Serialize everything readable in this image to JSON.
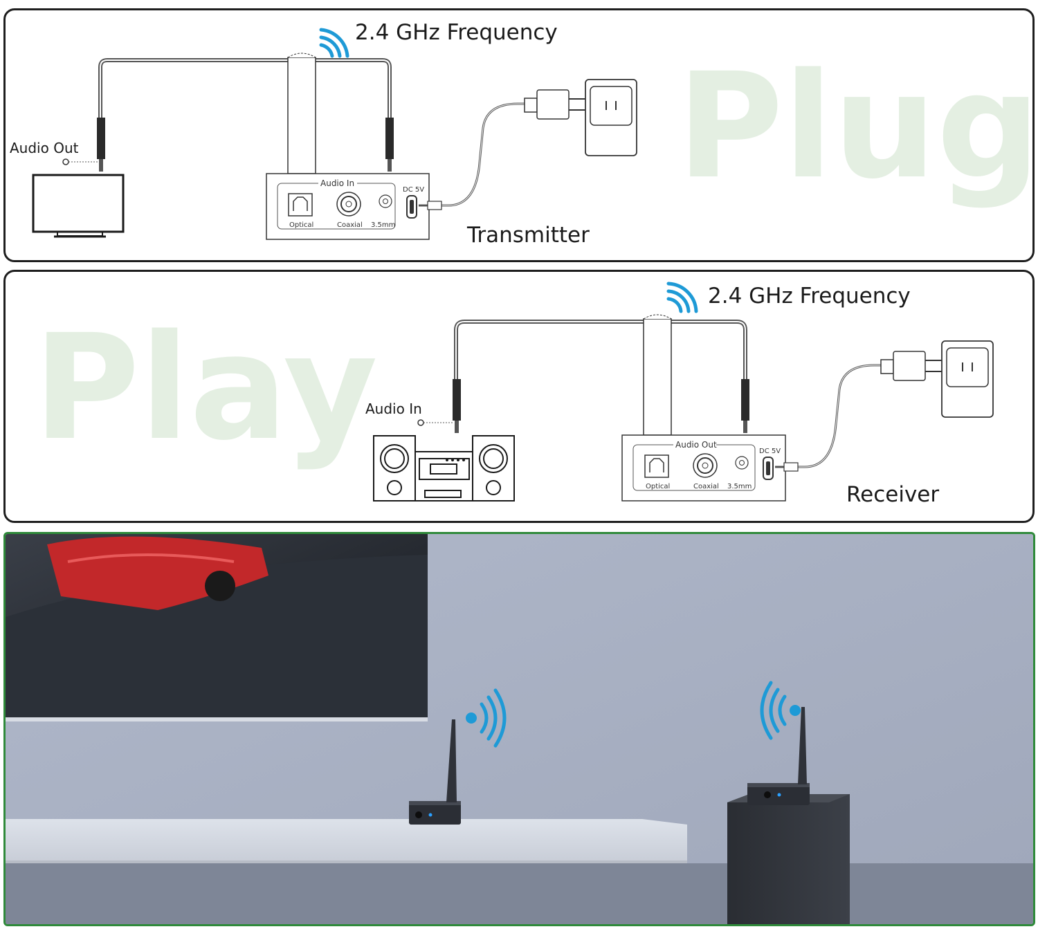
{
  "transmitter_panel": {
    "frequency_label": "2.4 GHz Frequency",
    "background_word": "Plug",
    "device_name": "Transmitter",
    "source_port_label": "Audio Out",
    "audio_group_label": "Audio In",
    "optical_label": "Optical",
    "coaxial_label": "Coaxial",
    "aux_label": "3.5mm",
    "power_label": "DC 5V"
  },
  "receiver_panel": {
    "frequency_label": "2.4 GHz Frequency",
    "background_word": "Play",
    "device_name": "Receiver",
    "sink_port_label": "Audio In",
    "audio_group_label": "Audio Out",
    "optical_label": "Optical",
    "coaxial_label": "Coaxial",
    "aux_label": "3.5mm",
    "power_label": "DC 5V"
  },
  "colors": {
    "signal": "#1e9ad6",
    "watermark": "#e4efe2",
    "photo_border": "#2f8a3a",
    "panel_border": "#1e1e1e"
  }
}
